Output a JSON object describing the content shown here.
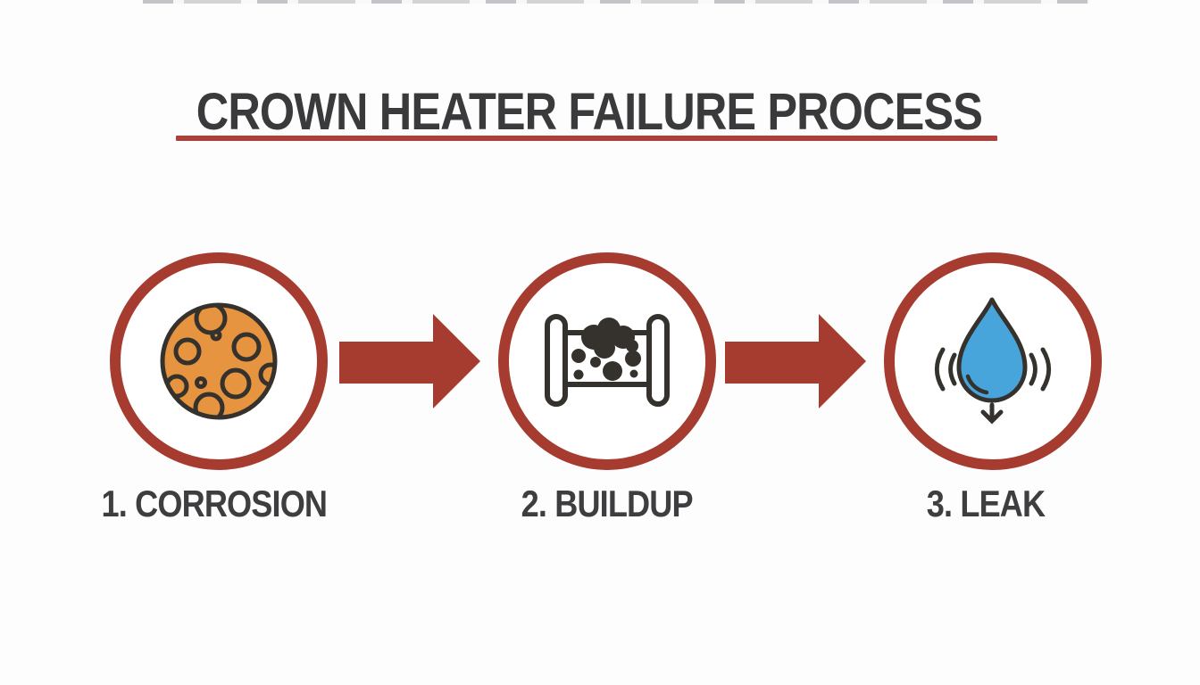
{
  "title": {
    "text": "CROWN HEATER FAILURE PROCESS"
  },
  "steps": [
    {
      "label": "1. CORROSION",
      "icon": "corroded-sphere-icon"
    },
    {
      "label": "2. BUILDUP",
      "icon": "pipe-sediment-icon"
    },
    {
      "label": "3. LEAK",
      "icon": "water-drop-leak-icon"
    }
  ],
  "arrows": [
    {
      "icon": "arrow-right-icon"
    },
    {
      "icon": "arrow-right-icon"
    }
  ],
  "colors": {
    "accent_red": "#a63c30",
    "underline_red": "#a8423a",
    "title_color": "#3a3a3c",
    "label_color": "#3e3e40",
    "corrosion_orange": "#e6943f",
    "icon_dark": "#35312c",
    "leak_blue": "#48a5db",
    "page_bg": "#fdfdfd"
  }
}
